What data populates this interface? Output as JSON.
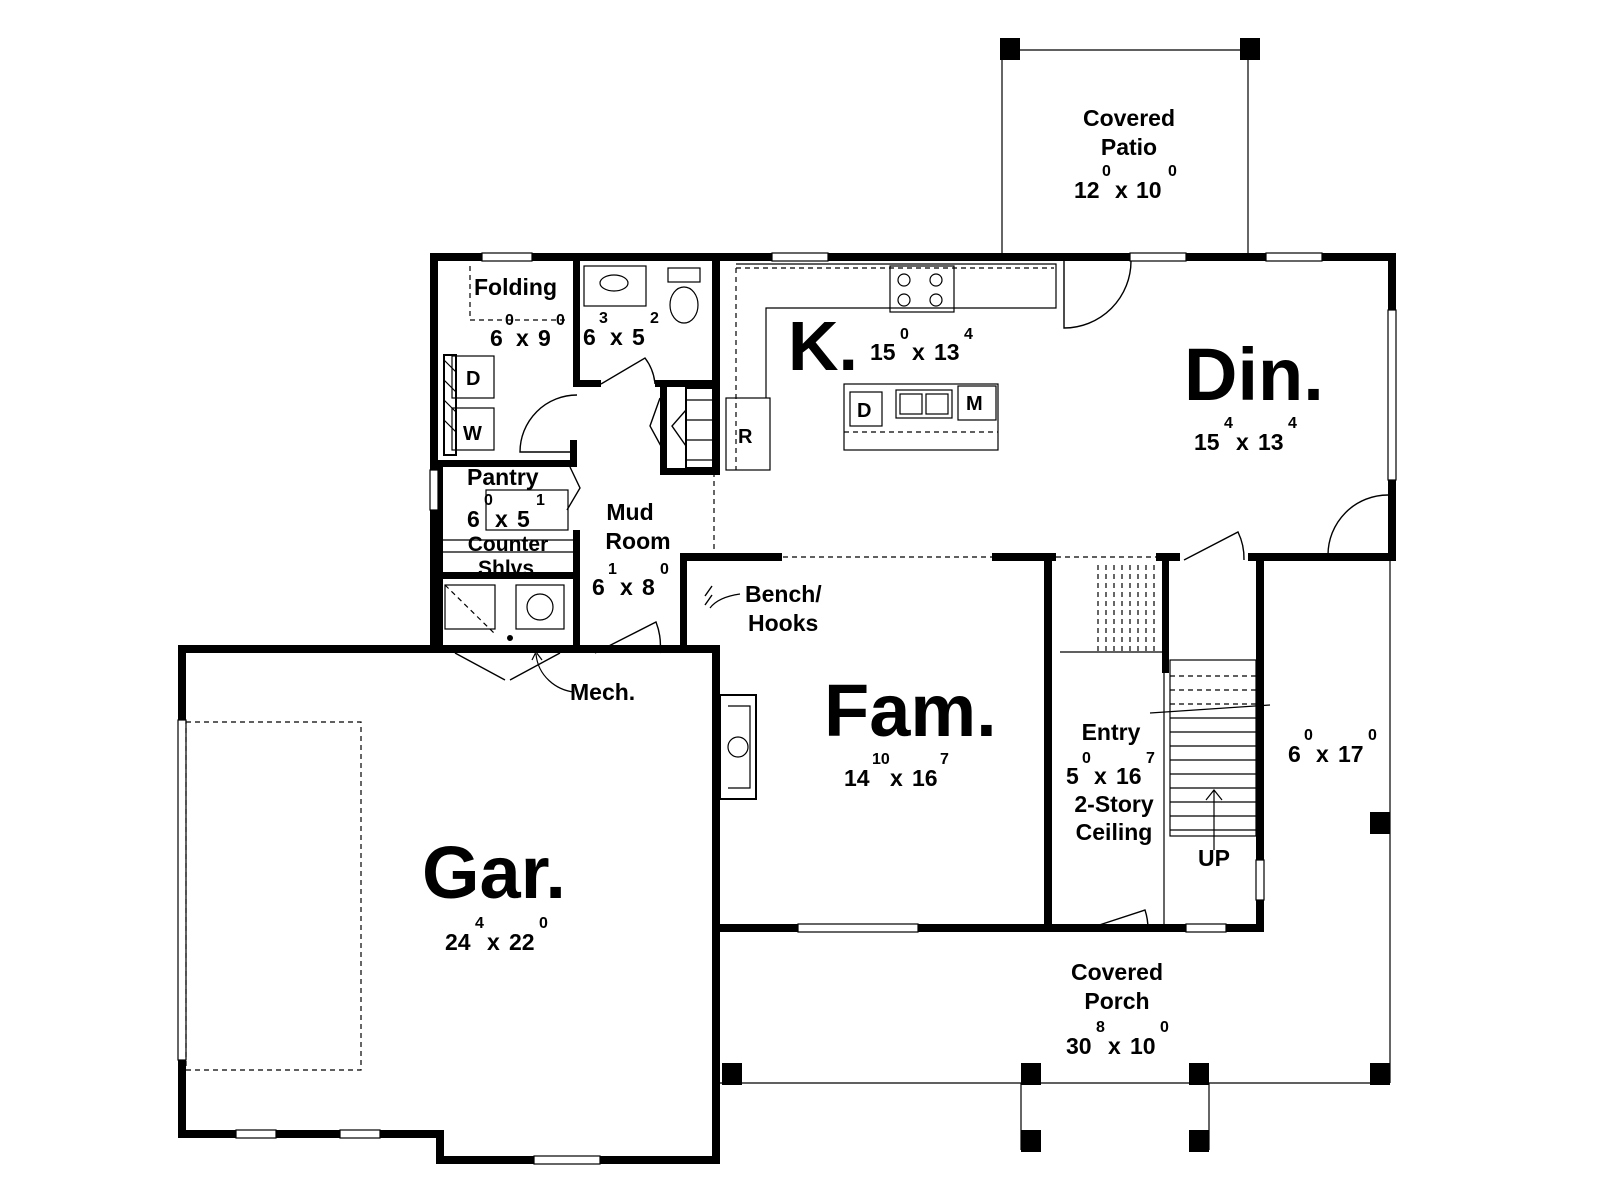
{
  "colors": {
    "wall": "#000000",
    "background": "#ffffff"
  },
  "rooms": {
    "covered_patio": {
      "name_line1": "Covered",
      "name_line2": "Patio",
      "w_ft": "12",
      "w_in": "0",
      "d_ft": "10",
      "d_in": "0"
    },
    "folding": {
      "name": "Folding",
      "w_ft": "6",
      "w_in": "0",
      "d_ft": "9",
      "d_in": "0"
    },
    "bath": {
      "w_ft": "6",
      "w_in": "3",
      "d_ft": "5",
      "d_in": "2"
    },
    "kitchen": {
      "name": "K.",
      "w_ft": "15",
      "w_in": "0",
      "d_ft": "13",
      "d_in": "4"
    },
    "dining": {
      "name": "Din.",
      "w_ft": "15",
      "w_in": "4",
      "d_ft": "13",
      "d_in": "4"
    },
    "pantry": {
      "name": "Pantry",
      "w_ft": "6",
      "w_in": "0",
      "d_ft": "5",
      "d_in": "1"
    },
    "counter": {
      "line1": "Counter",
      "line2": "Shlvs"
    },
    "mud_room": {
      "name_line1": "Mud",
      "name_line2": "Room",
      "w_ft": "6",
      "w_in": "1",
      "d_ft": "8",
      "d_in": "0"
    },
    "bench": {
      "line1": "Bench/",
      "line2": "Hooks"
    },
    "mech": {
      "name": "Mech."
    },
    "family": {
      "name": "Fam.",
      "w_ft": "14",
      "w_in": "10",
      "d_ft": "16",
      "d_in": "7"
    },
    "entry": {
      "name": "Entry",
      "w_ft": "5",
      "w_in": "0",
      "d_ft": "16",
      "d_in": "7",
      "note_line1": "2-Story",
      "note_line2": "Ceiling"
    },
    "stairs": {
      "label": "UP"
    },
    "side_porch": {
      "w_ft": "6",
      "w_in": "0",
      "d_ft": "17",
      "d_in": "0"
    },
    "garage": {
      "name": "Gar.",
      "w_ft": "24",
      "w_in": "4",
      "d_ft": "22",
      "d_in": "0"
    },
    "covered_porch": {
      "name_line1": "Covered",
      "name_line2": "Porch",
      "w_ft": "30",
      "w_in": "8",
      "d_ft": "10",
      "d_in": "0"
    }
  },
  "appliances": {
    "dryer": "D",
    "washer": "W",
    "refrigerator": "R",
    "dishwasher": "D",
    "microwave": "M"
  }
}
